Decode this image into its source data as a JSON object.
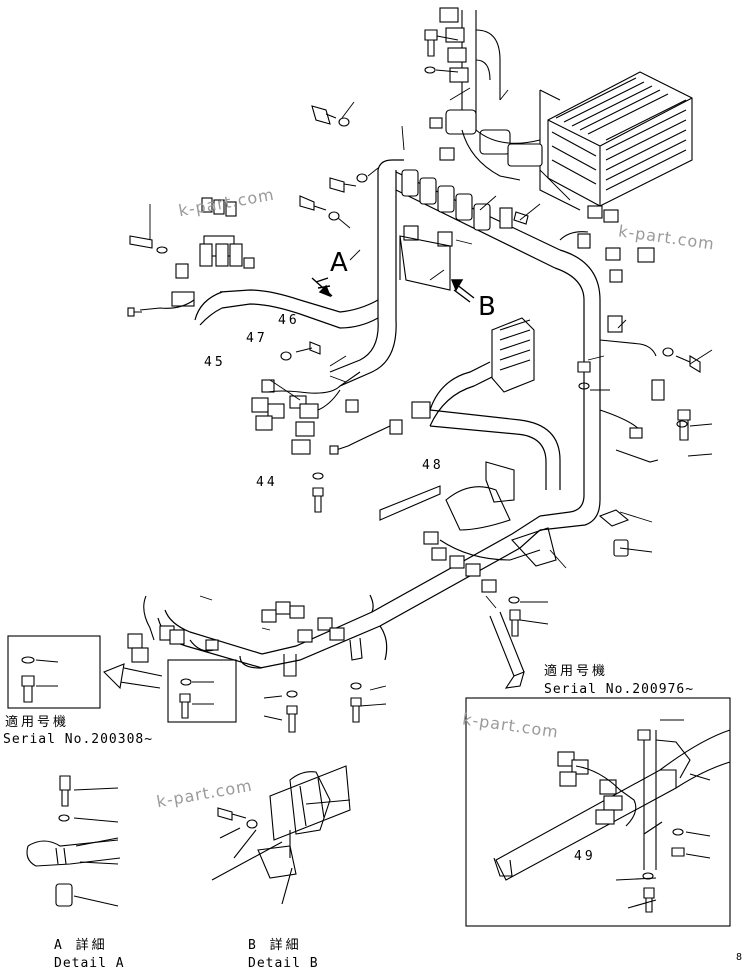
{
  "watermark": "k-part.com",
  "part_numbers": {
    "n44": "44",
    "n45": "45",
    "n46": "46",
    "n47": "47",
    "n48": "48",
    "n49": "49"
  },
  "views": {
    "a": "A",
    "b": "B"
  },
  "serial_left": {
    "label_jp": "適用号機",
    "serial": "Serial No.200308~"
  },
  "serial_right": {
    "label_jp": "適用号機",
    "serial": "Serial No.200976~"
  },
  "detail_a": {
    "jp": "A 詳細",
    "en": "Detail A"
  },
  "detail_b": {
    "jp": "B 詳細",
    "en": "Detail B"
  },
  "page_number": "8"
}
